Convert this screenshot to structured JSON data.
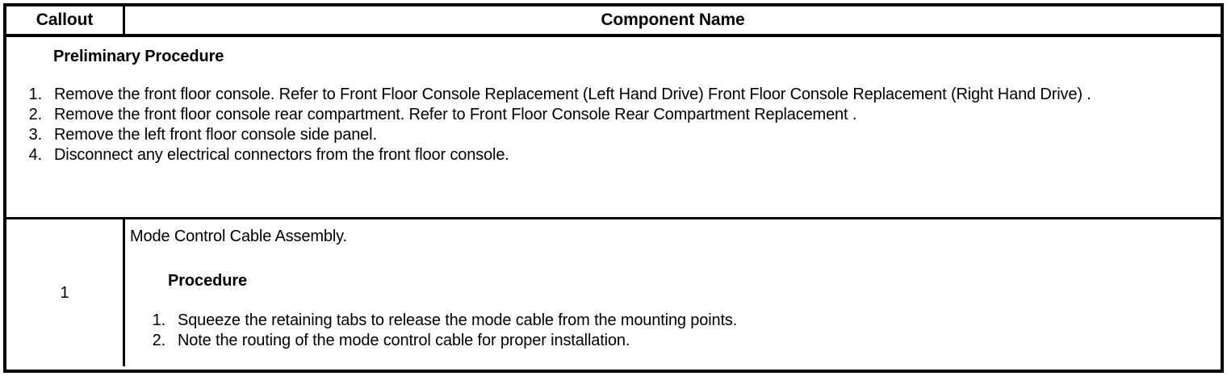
{
  "table": {
    "columns": [
      {
        "key": "callout",
        "label": "Callout"
      },
      {
        "key": "component",
        "label": "Component Name"
      }
    ],
    "preliminary": {
      "heading": "Preliminary Procedure",
      "steps": [
        {
          "marker": "1.",
          "text": "Remove the front floor console. Refer to Front Floor Console Replacement (Left Hand Drive) Front Floor Console Replacement (Right Hand Drive) ."
        },
        {
          "marker": "2.",
          "text": "Remove the front floor console rear compartment. Refer to Front Floor Console Rear Compartment Replacement ."
        },
        {
          "marker": "3.",
          "text": "Remove the left front floor console side panel."
        },
        {
          "marker": "4.",
          "text": "Disconnect any electrical connectors from the front floor console."
        }
      ]
    },
    "rows": [
      {
        "callout": "1",
        "component_title": "Mode Control Cable Assembly.",
        "procedure_heading": "Procedure",
        "procedure_steps": [
          {
            "marker": "1.",
            "text": "Squeeze the retaining tabs to release the mode cable from the mounting points."
          },
          {
            "marker": "2.",
            "text": "Note the routing of the mode control cable for proper installation."
          }
        ]
      }
    ]
  },
  "colors": {
    "border": "#000000",
    "text": "#000000",
    "background": "#ffffff"
  }
}
